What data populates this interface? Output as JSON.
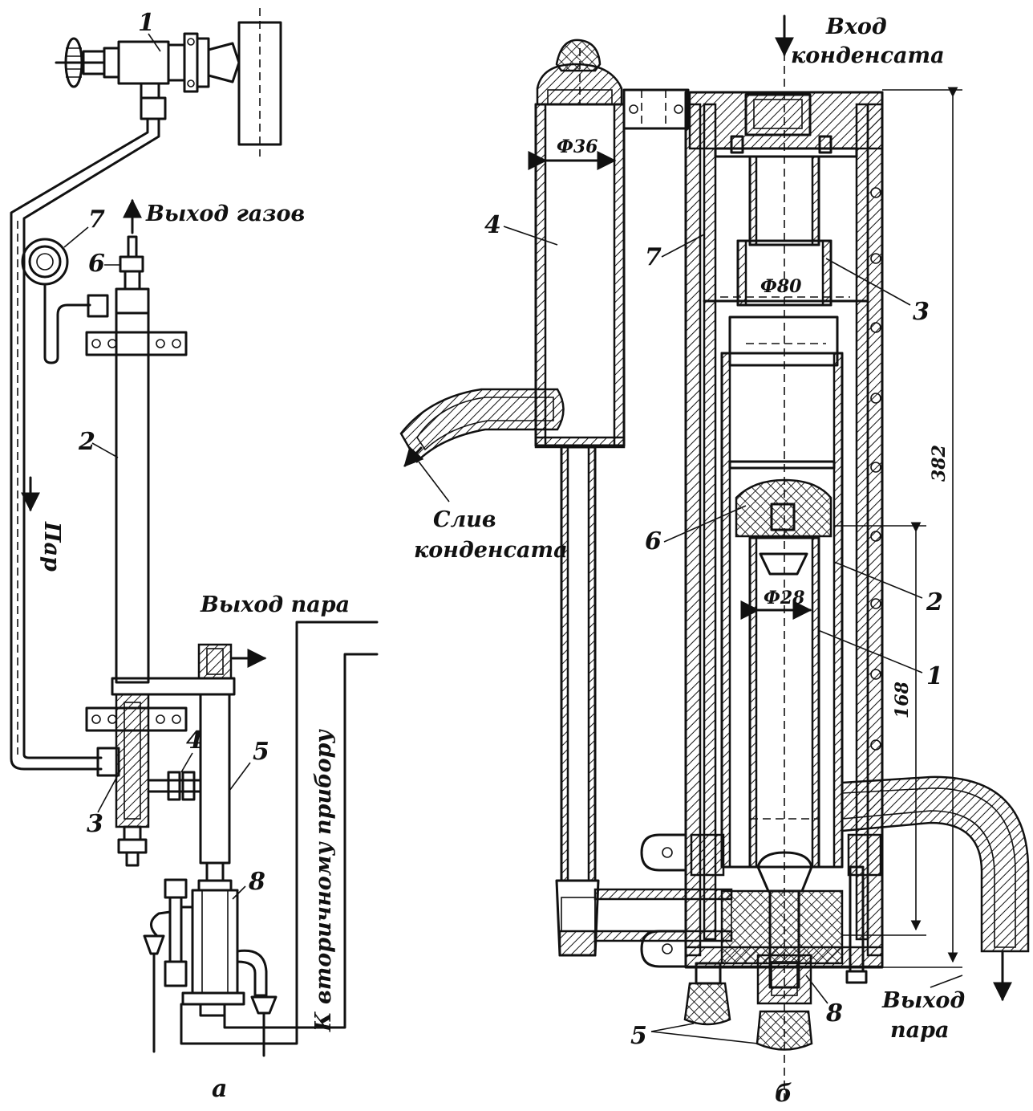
{
  "labels_a": {
    "n1": "1",
    "n2": "2",
    "n3": "3",
    "n4": "4",
    "n5": "5",
    "n6": "6",
    "n7": "7",
    "n8": "8",
    "gas_out": "Выход газов",
    "steam": "Пар",
    "steam_out": "Выход пара",
    "secondary": "К вторичному прибору",
    "panel": "а"
  },
  "labels_b": {
    "n1": "1",
    "n2": "2",
    "n3": "3",
    "n4": "4",
    "n5": "5",
    "n6": "6",
    "n7": "7",
    "n8": "8",
    "condensate_in_1": "Вход",
    "condensate_in_2": "конденсата",
    "drain_1": "Слив",
    "drain_2": "конденсата",
    "steam_out_1": "Выход",
    "steam_out_2": "пара",
    "d36": "Ф36",
    "d80": "Ф80",
    "d28": "Ф28",
    "h382": "382",
    "h168": "168",
    "panel": "б"
  }
}
